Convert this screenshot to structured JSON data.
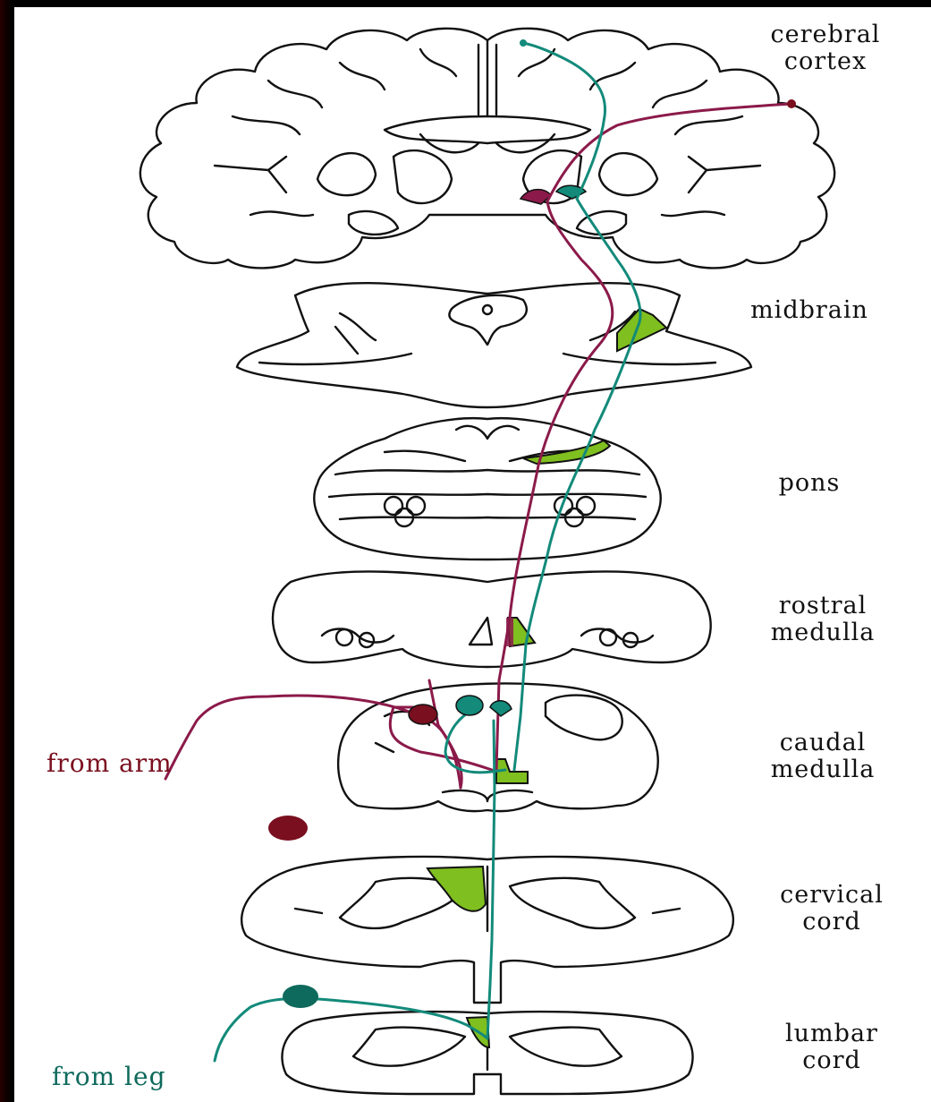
{
  "labels": {
    "cerebral_cortex": [
      "cerebral",
      "cortex"
    ],
    "midbrain": "midbrain",
    "pons": "pons",
    "rostral_medulla": [
      "rostral",
      "medulla"
    ],
    "caudal_medulla": [
      "caudal",
      "medulla"
    ],
    "cervical_cord": [
      "cervical",
      "cord"
    ],
    "lumbar_cord": [
      "lumbar",
      "cord"
    ],
    "from_arm": "from arm",
    "from_leg": "from leg"
  },
  "colors": {
    "arm_pathway": "#8b1a4a",
    "leg_pathway": "#138a7a",
    "nucleus_fill": "#7fbf1f",
    "outline": "#111111"
  }
}
